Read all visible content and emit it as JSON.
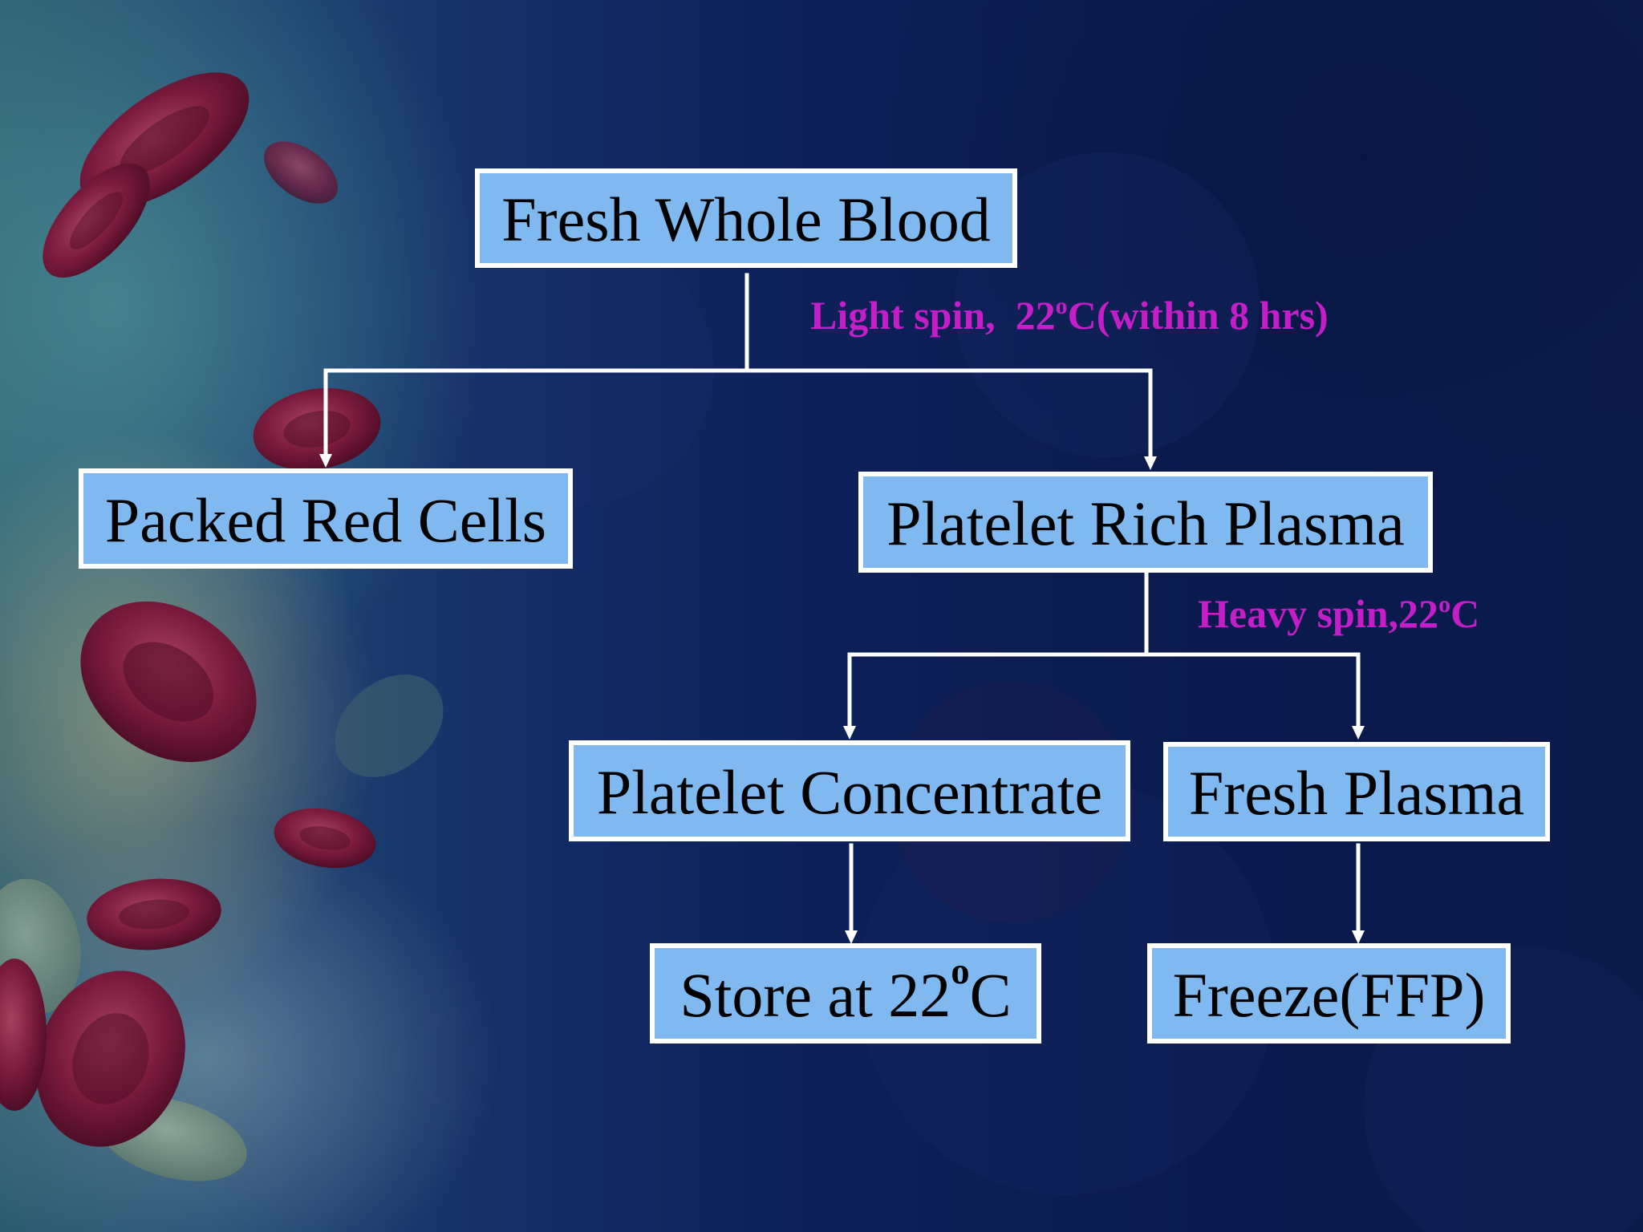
{
  "colors": {
    "box_fill": "#80b9f0",
    "box_border": "#ffffff",
    "box_text": "#000000",
    "label_text": "#c41ec8",
    "connector": "#ffffff",
    "background_dark": "#0a1a4e",
    "background_left": "#2c5c70",
    "blood_cell": "#7a1a3c"
  },
  "nodes": {
    "fresh_whole_blood": "Fresh Whole Blood",
    "packed_red_cells": "Packed Red Cells",
    "platelet_rich_plasma": "Platelet Rich Plasma",
    "platelet_concentrate": "Platelet Concentrate",
    "fresh_plasma": "Fresh Plasma",
    "store": {
      "pre": "Store at 22",
      "sup": "o",
      "post": "C"
    },
    "freeze": "Freeze(FFP)"
  },
  "edge_labels": {
    "light_spin": {
      "pre": "Light spin,  22",
      "sup": "o",
      "post": "C(within 8 hrs)"
    },
    "heavy_spin": {
      "pre": "Heavy spin,22",
      "sup": "o",
      "post": "C"
    }
  }
}
